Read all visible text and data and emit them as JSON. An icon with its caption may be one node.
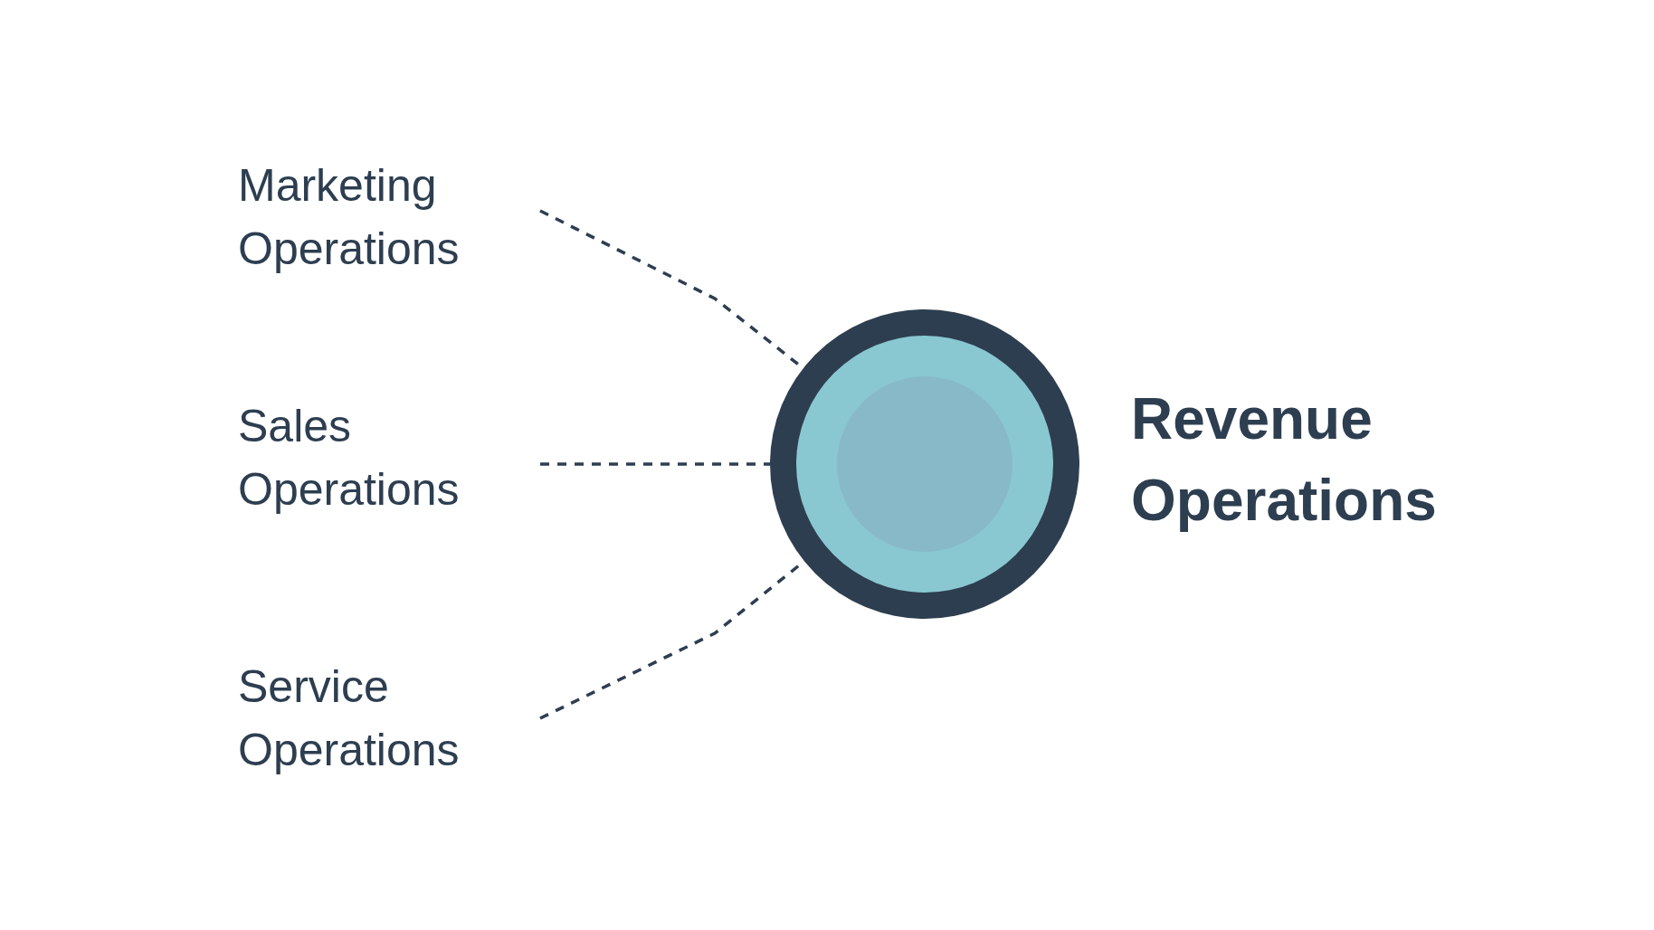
{
  "diagram": {
    "nodes": [
      {
        "text": [
          "Marketing Operations"
        ]
      },
      {
        "text": [
          "Sales Operations"
        ]
      },
      {
        "text": [
          "Service Operations"
        ]
      },
      {
        "text": [],
        "shape": "circle",
        "beside": [
          "Revenue Operations"
        ]
      }
    ],
    "edges": [
      {
        "from": 0,
        "to": 3,
        "arrow": "none",
        "style": "dashed"
      },
      {
        "from": 1,
        "to": 3,
        "arrow": "none",
        "style": "dashed"
      },
      {
        "from": 2,
        "to": 3,
        "arrow": "none",
        "style": "dashed"
      }
    ]
  }
}
